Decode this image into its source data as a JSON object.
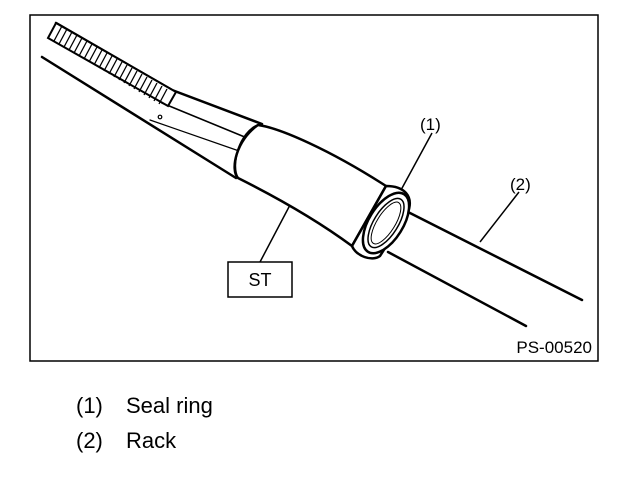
{
  "figure": {
    "callouts": [
      {
        "number": "(1)"
      },
      {
        "number": "(2)"
      }
    ],
    "tool_label": "ST",
    "figure_code": "PS-00520"
  },
  "legend": [
    {
      "number": "(1)",
      "label": "Seal ring"
    },
    {
      "number": "(2)",
      "label": "Rack"
    }
  ]
}
